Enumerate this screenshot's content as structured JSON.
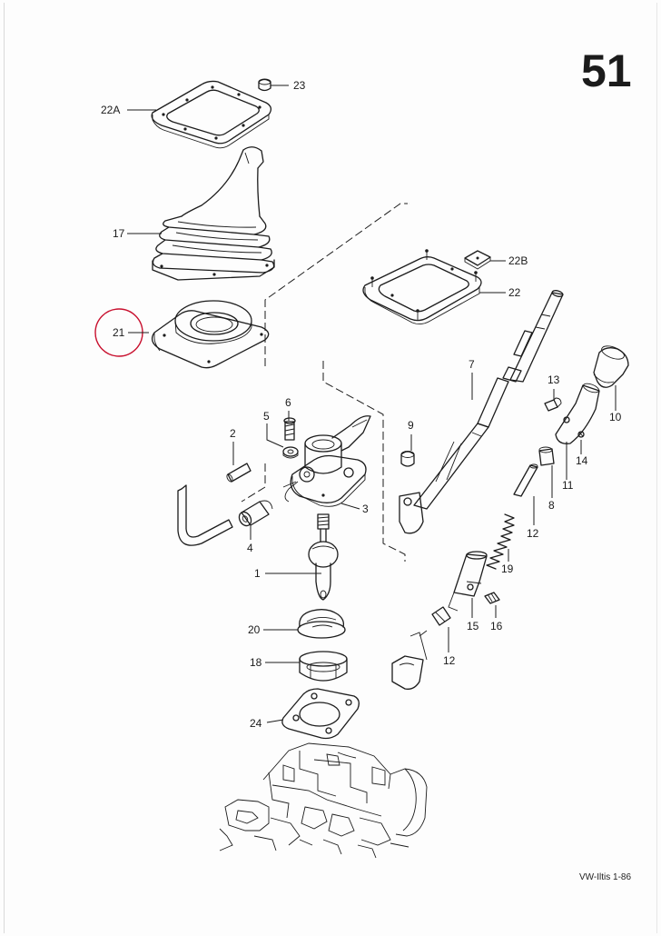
{
  "page_number": "51",
  "footer": "VW-Iltis 1-86",
  "labels": [
    {
      "id": "23",
      "text": "23"
    },
    {
      "id": "22A",
      "text": "22A"
    },
    {
      "id": "17",
      "text": "17"
    },
    {
      "id": "22B",
      "text": "22B"
    },
    {
      "id": "22",
      "text": "22"
    },
    {
      "id": "21",
      "text": "21"
    },
    {
      "id": "7",
      "text": "7"
    },
    {
      "id": "13",
      "text": "13"
    },
    {
      "id": "10",
      "text": "10"
    },
    {
      "id": "6",
      "text": "6"
    },
    {
      "id": "5",
      "text": "5"
    },
    {
      "id": "9",
      "text": "9"
    },
    {
      "id": "2",
      "text": "2"
    },
    {
      "id": "14",
      "text": "14"
    },
    {
      "id": "11",
      "text": "11"
    },
    {
      "id": "8",
      "text": "8"
    },
    {
      "id": "3",
      "text": "3"
    },
    {
      "id": "4",
      "text": "4"
    },
    {
      "id": "12a",
      "text": "12"
    },
    {
      "id": "19",
      "text": "19"
    },
    {
      "id": "1",
      "text": "1"
    },
    {
      "id": "15",
      "text": "15"
    },
    {
      "id": "16",
      "text": "16"
    },
    {
      "id": "20",
      "text": "20"
    },
    {
      "id": "12b",
      "text": "12"
    },
    {
      "id": "18",
      "text": "18"
    },
    {
      "id": "24",
      "text": "24"
    }
  ],
  "highlight": {
    "label_id": "21",
    "color": "#c8102e"
  }
}
